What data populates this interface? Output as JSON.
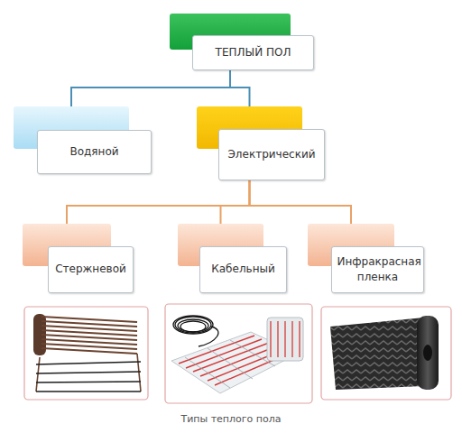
{
  "diagram": {
    "caption": "Типы теплого пола",
    "nodes": [
      {
        "text": [
          "ТЕПЛЫЙ ПОЛ"
        ]
      },
      {
        "text": [
          "Водяной"
        ]
      },
      {
        "text": [
          "Электрический"
        ]
      },
      {
        "text": [
          "Стержневой"
        ]
      },
      {
        "text": [
          "Кабельный"
        ]
      },
      {
        "text": [
          "Инфракрасная пленка"
        ]
      }
    ],
    "edges": [
      {
        "from": 0,
        "to": 1,
        "arrow": "none"
      },
      {
        "from": 0,
        "to": 2,
        "arrow": "none"
      },
      {
        "from": 2,
        "to": 3,
        "arrow": "none"
      },
      {
        "from": 2,
        "to": 4,
        "arrow": "none"
      },
      {
        "from": 2,
        "to": 5,
        "arrow": "none"
      }
    ]
  }
}
